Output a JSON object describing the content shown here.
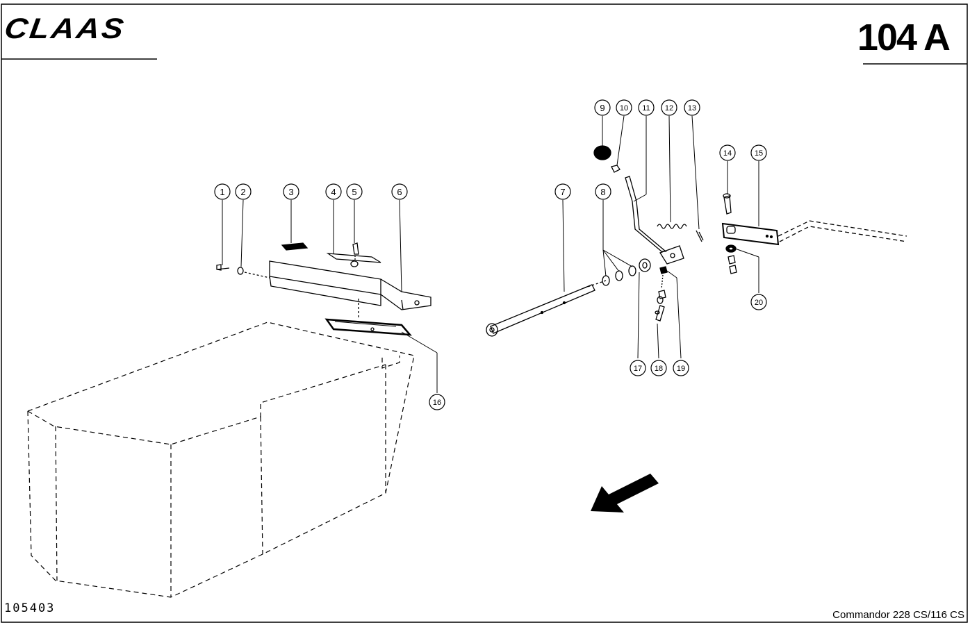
{
  "header": {
    "logo_text": "CLAAS",
    "page_code": "104 A"
  },
  "footer": {
    "drawing_number": "105403",
    "model": "Commandor 228 CS/116 CS"
  },
  "callouts": [
    "1",
    "2",
    "3",
    "4",
    "5",
    "6",
    "7",
    "8",
    "9",
    "10",
    "11",
    "12",
    "13",
    "14",
    "15",
    "16",
    "17",
    "18",
    "19",
    "20"
  ]
}
